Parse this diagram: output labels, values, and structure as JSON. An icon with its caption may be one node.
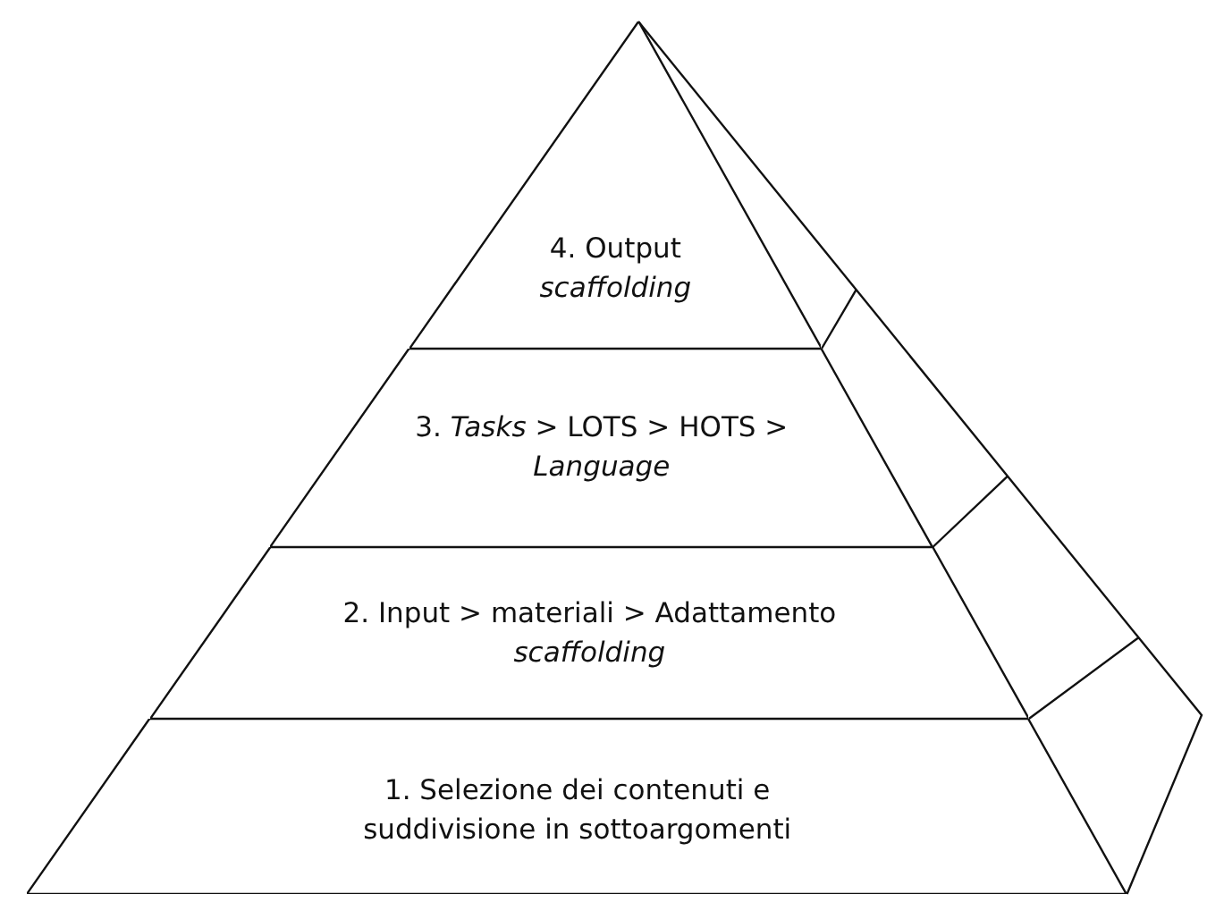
{
  "diagram": {
    "nodes": [
      {
        "text": [
          "4. Output *scaffolding*"
        ]
      },
      {
        "text": [
          "3. *Tasks* > LOTS > HOTS > *Language*"
        ]
      },
      {
        "text": [
          "2. Input > materiali > Adattamento *scaffolding*"
        ]
      },
      {
        "text": [
          "1. Selezione dei contenuti e suddivisione in sottoargomenti"
        ]
      }
    ],
    "edges": []
  }
}
